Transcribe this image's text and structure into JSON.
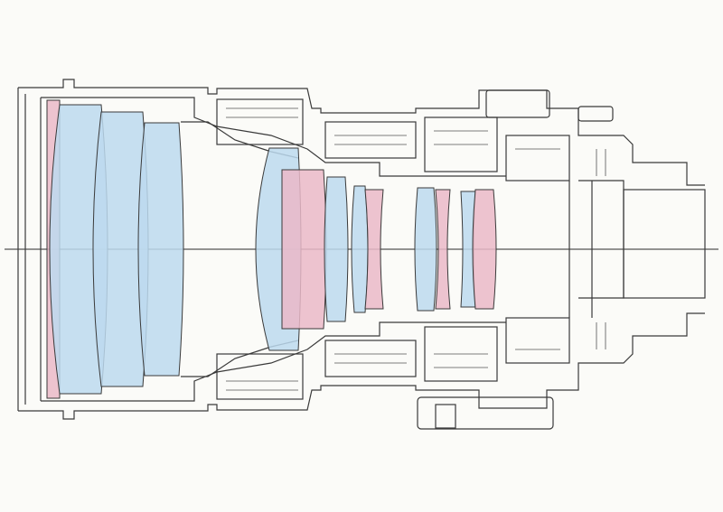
{
  "drawing": {
    "subject": "",
    "ink_color": "#3a3a3a",
    "blue_glass_color": "#bcd9ee",
    "pink_glass_color": "#eab8c8",
    "paper_color": "#fbfbf8"
  },
  "lens_elements": [
    {
      "id": "L1",
      "glass": "pink"
    },
    {
      "id": "L2",
      "glass": "blue"
    },
    {
      "id": "L3",
      "glass": "blue"
    },
    {
      "id": "L4",
      "glass": "blue"
    },
    {
      "id": "L5a",
      "glass": "blue"
    },
    {
      "id": "L5b",
      "glass": "pink"
    },
    {
      "id": "L6",
      "glass": "blue"
    },
    {
      "id": "L7",
      "glass": "blue"
    },
    {
      "id": "L8",
      "glass": "pink"
    },
    {
      "id": "L9",
      "glass": "blue"
    },
    {
      "id": "L10",
      "glass": "pink"
    },
    {
      "id": "L11",
      "glass": "blue"
    },
    {
      "id": "L12",
      "glass": "pink"
    }
  ]
}
